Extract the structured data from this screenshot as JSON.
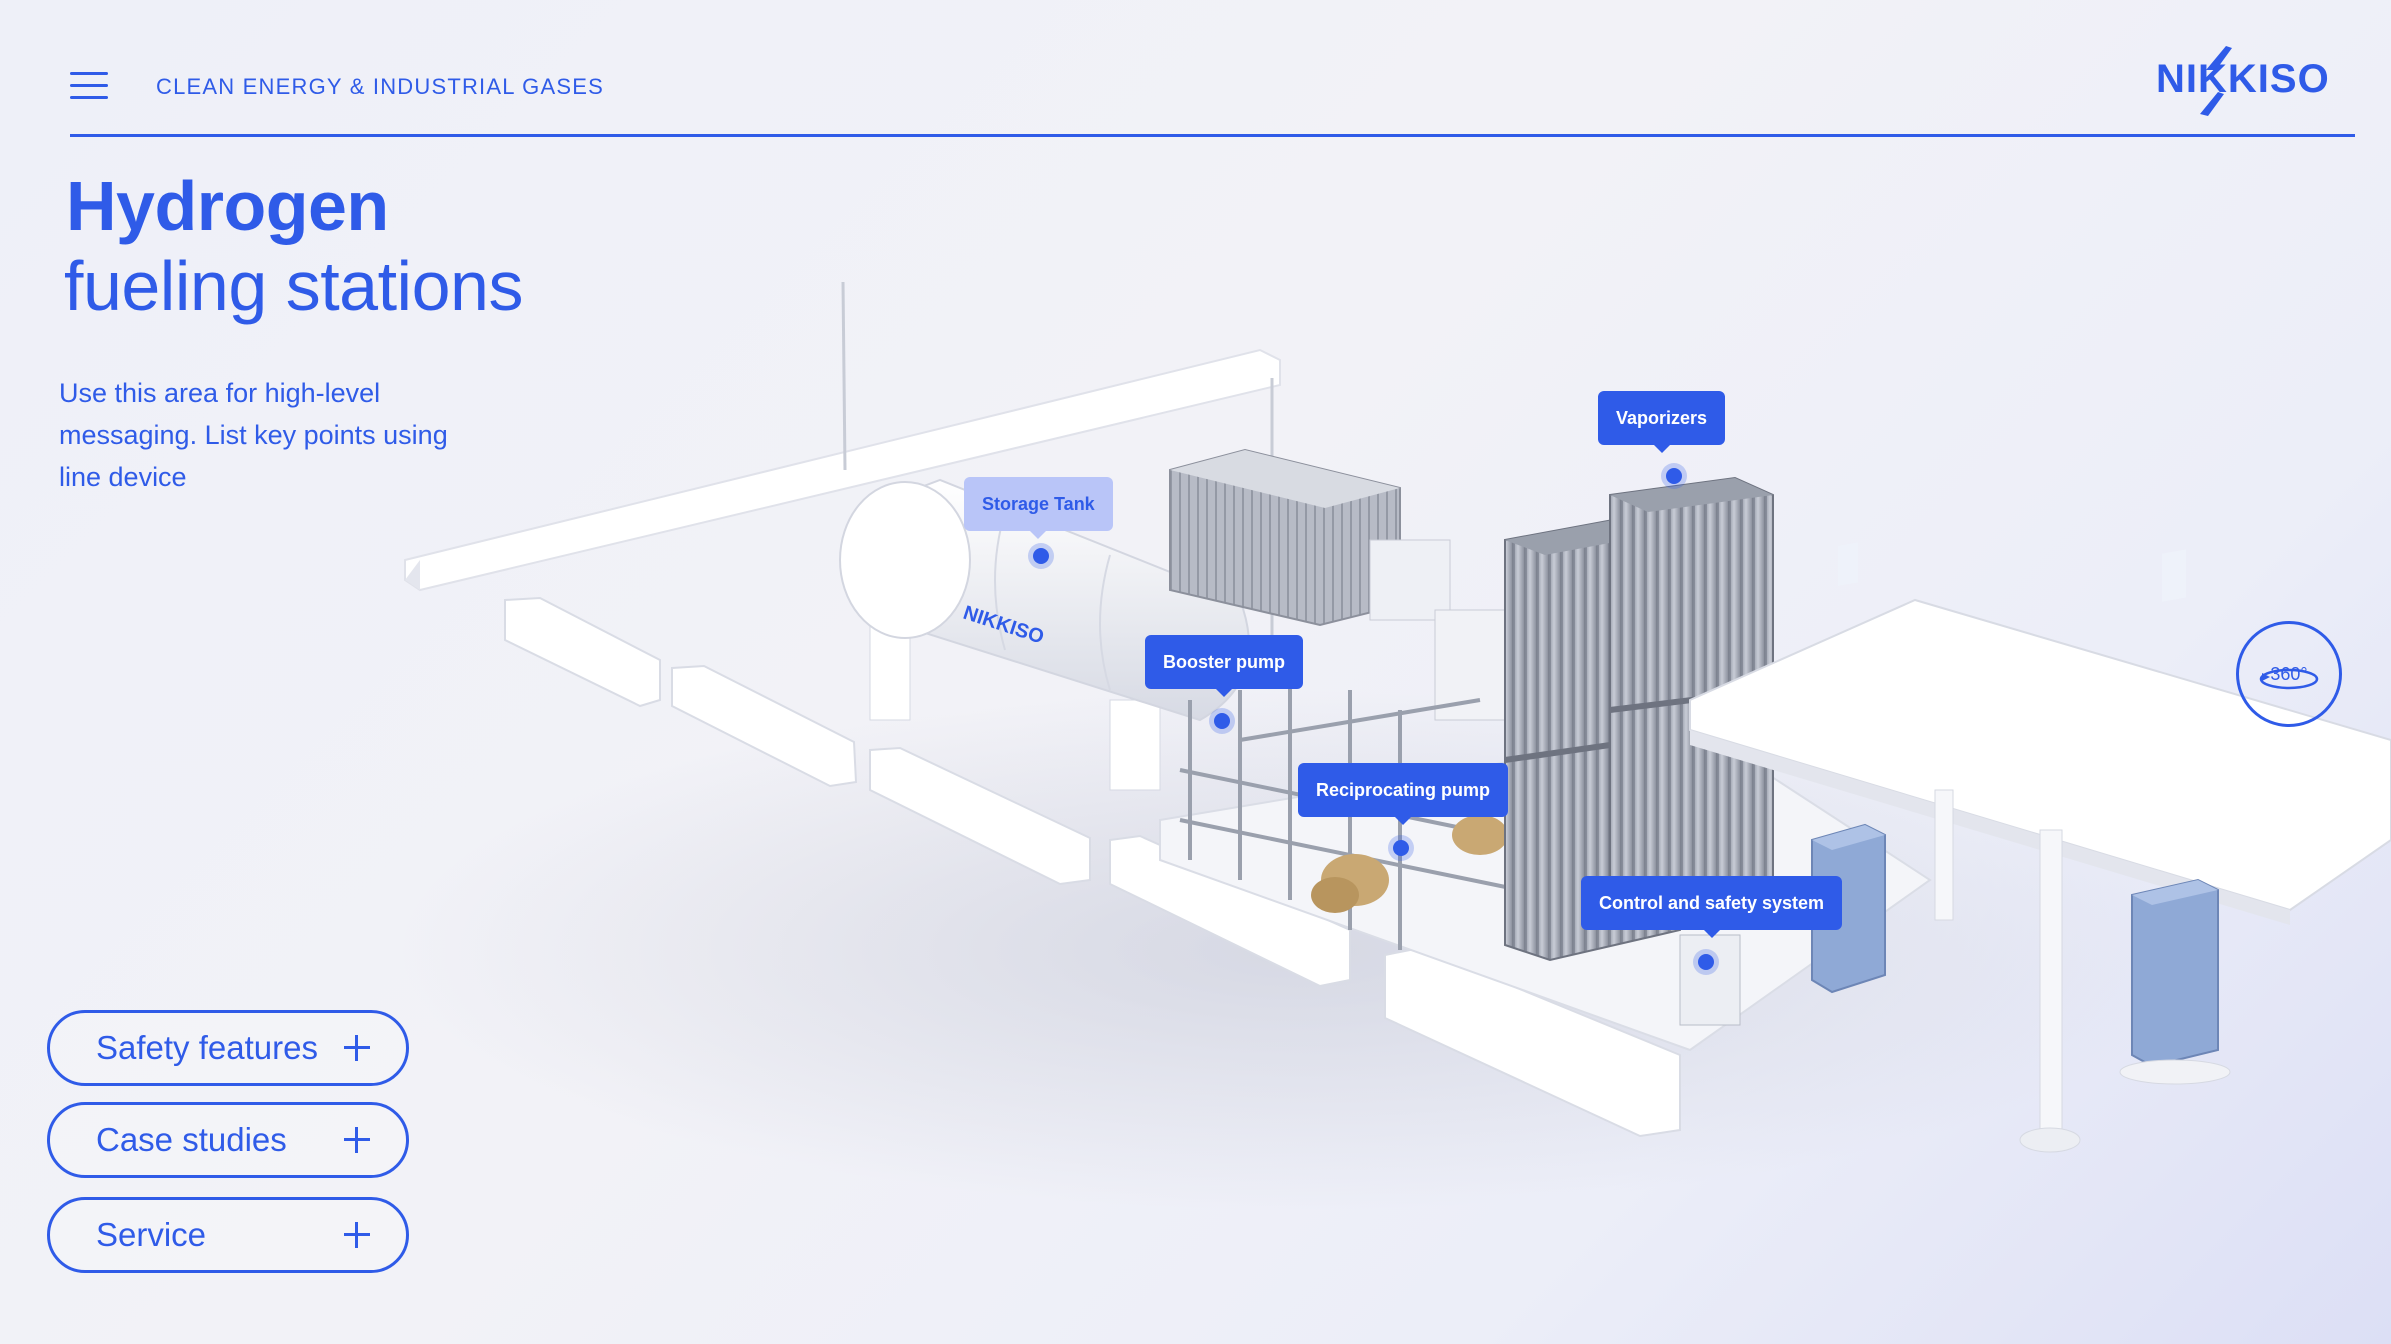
{
  "header": {
    "section_label": "CLEAN ENERGY & INDUSTRIAL GASES",
    "logo_text": "NIKKISO",
    "menu_icon": "hamburger-menu-icon"
  },
  "hero": {
    "title_strong": "Hydrogen",
    "title_light": "fueling stations",
    "intro": "Use this area for high-level messaging. List key points using line device"
  },
  "actions": [
    {
      "label": "Safety features",
      "icon": "plus-icon"
    },
    {
      "label": "Case studies",
      "icon": "plus-icon"
    },
    {
      "label": "Service",
      "icon": "plus-icon"
    }
  ],
  "hotspots": {
    "storage_tank": "Storage Tank",
    "vaporizers": "Vaporizers",
    "booster_pump": "Booster pump",
    "reciprocating_pump": "Reciprocating pump",
    "control_safety": "Control and safety system"
  },
  "scene": {
    "tank_logo_text": "NIKKISO"
  },
  "view_360": {
    "label": "360°",
    "icon": "rotate-360-icon"
  },
  "colors": {
    "accent": "#2f5be8",
    "accent_light": "#b9c5f8",
    "background": "#f0f1f7"
  }
}
